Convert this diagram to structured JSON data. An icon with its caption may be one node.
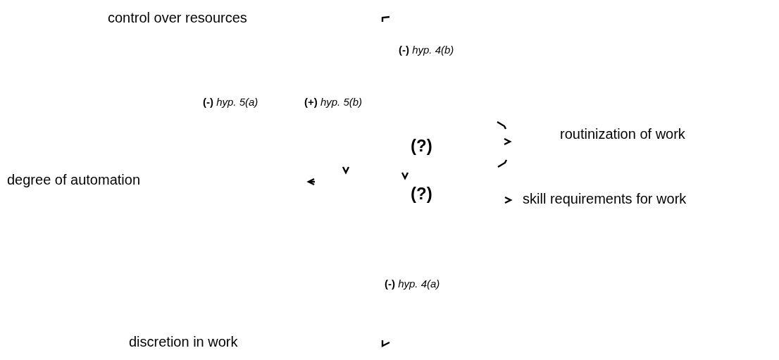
{
  "diagram": {
    "labels": [
      "control over resources",
      "**(-)** *hyp. 4(b)*",
      "**(-)** *hyp. 5(a)*",
      "**(+)** *hyp. 5(b)*",
      "routinization of work",
      "(?)",
      "degree of automation",
      "(?)",
      "skill requirements for work",
      "**(-)** *hyp. 4(a)*",
      "discretion in work"
    ]
  }
}
